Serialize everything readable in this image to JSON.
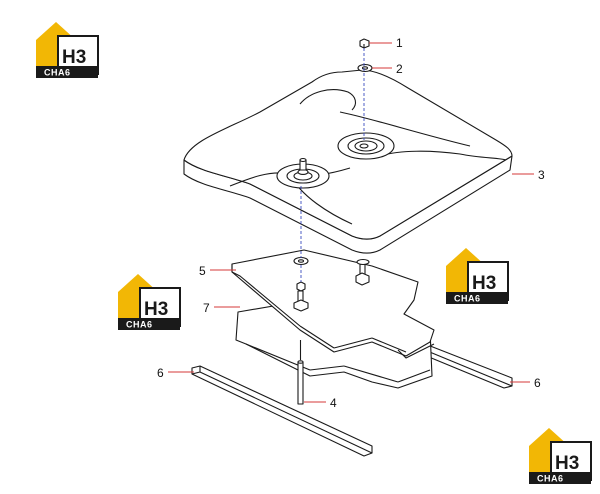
{
  "brand": {
    "logo_main": "H3",
    "logo_sub": "CHA6",
    "accent_color": "#f2b705",
    "dark_color": "#1a1a1a"
  },
  "callouts": [
    {
      "id": "c1",
      "label": "1"
    },
    {
      "id": "c2",
      "label": "2"
    },
    {
      "id": "c3",
      "label": "3"
    },
    {
      "id": "c4",
      "label": "4"
    },
    {
      "id": "c5",
      "label": "5"
    },
    {
      "id": "c6a",
      "label": "6"
    },
    {
      "id": "c6b",
      "label": "6"
    },
    {
      "id": "c7",
      "label": "7"
    }
  ],
  "colors": {
    "leader": "#d43a3a",
    "axis": "#3b4cc0"
  }
}
